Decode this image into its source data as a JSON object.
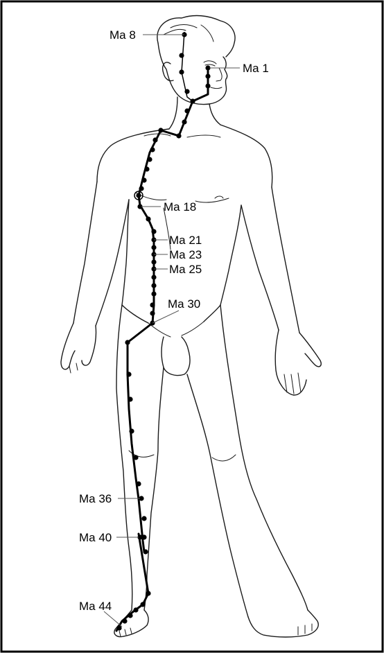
{
  "diagram": {
    "meridian_color": "#000000",
    "labels": {
      "ma8": "Ma 8",
      "ma1": "Ma 1",
      "ma18": "Ma 18",
      "ma21": "Ma 21",
      "ma23": "Ma 23",
      "ma25": "Ma 25",
      "ma30": "Ma 30",
      "ma36": "Ma 36",
      "ma40": "Ma 40",
      "ma44": "Ma 44"
    }
  }
}
